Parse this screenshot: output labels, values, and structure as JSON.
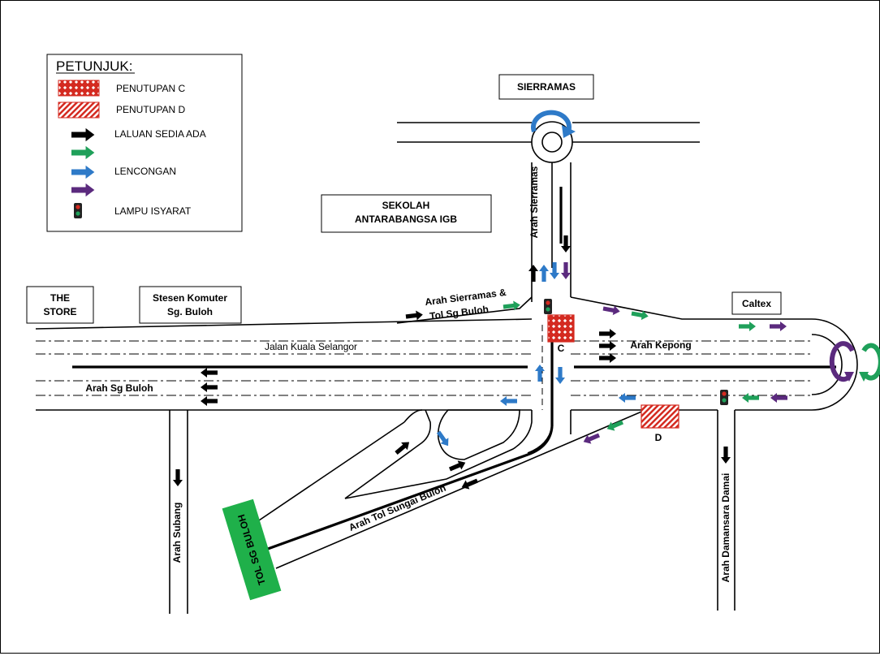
{
  "legend": {
    "title": "PETUNJUK:",
    "items": [
      {
        "key": "closure_c",
        "label": "PENUTUPAN  C",
        "icon": "closure-c-pattern-icon"
      },
      {
        "key": "closure_d",
        "label": "PENUTUPAN  D",
        "icon": "closure-d-pattern-icon"
      },
      {
        "key": "existing_route",
        "label": "LALUAN  SEDIA ADA",
        "icon": "black-arrow-icon"
      },
      {
        "key": "green_route",
        "label": "",
        "icon": "green-arrow-icon"
      },
      {
        "key": "diversion",
        "label": "LENCONGAN",
        "icon": "blue-arrow-icon"
      },
      {
        "key": "purple_route",
        "label": "",
        "icon": "purple-arrow-icon"
      },
      {
        "key": "traffic_light",
        "label": "LAMPU  ISYARAT",
        "icon": "traffic-light-icon"
      }
    ]
  },
  "places": {
    "sierramas": "SIERRAMAS",
    "school_line1": "SEKOLAH",
    "school_line2": "ANTARABANGSA IGB",
    "the_store_line1": "THE",
    "the_store_line2": "STORE",
    "stesen_line1": "Stesen Komuter",
    "stesen_line2": "Sg. Buloh",
    "caltex": "Caltex",
    "toll": "TOL SG BULOH"
  },
  "roads": {
    "arah_sierramas_vertical": "Arah Sierramas",
    "arah_sierramas_tol_line1": "Arah Sierramas &",
    "arah_sierramas_tol_line2": "Tol Sg Buloh",
    "jalan_kuala_selangor": "Jalan  Kuala  Selangor",
    "arah_kepong": "Arah Kepong",
    "arah_sg_buloh": "Arah Sg Buloh",
    "arah_subang": "Arah Subang",
    "arah_tol_sungai_buloh": "Arah Tol Sungai Buloh",
    "arah_damansara_damai": "Arah Damansara Damai"
  },
  "closures": {
    "c": "C",
    "d": "D"
  },
  "colors": {
    "black_route": "#000000",
    "green_route": "#1fa05a",
    "blue_route": "#2e7ac8",
    "purple_route": "#5b2a7e",
    "closure": "#d42a20",
    "toll_box": "#1fb04a"
  }
}
